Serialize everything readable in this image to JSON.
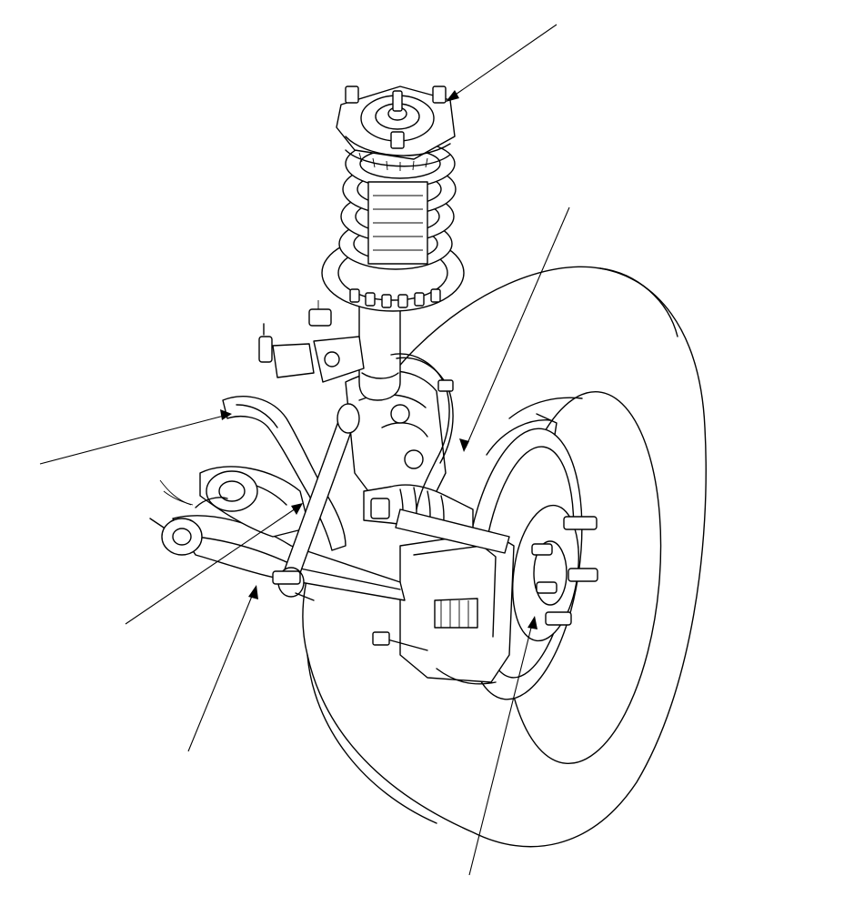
{
  "figure": {
    "callouts": [
      {
        "name": "strut-mount-callout",
        "label": ""
      },
      {
        "name": "brake-hose-callout",
        "label": ""
      },
      {
        "name": "stabilizer-bar-callout",
        "label": ""
      },
      {
        "name": "stabilizer-link-callout",
        "label": ""
      },
      {
        "name": "lower-arm-callout",
        "label": ""
      },
      {
        "name": "wheel-stud-callout",
        "label": ""
      }
    ]
  },
  "colors": {
    "line": "#000000",
    "background": "#ffffff"
  }
}
